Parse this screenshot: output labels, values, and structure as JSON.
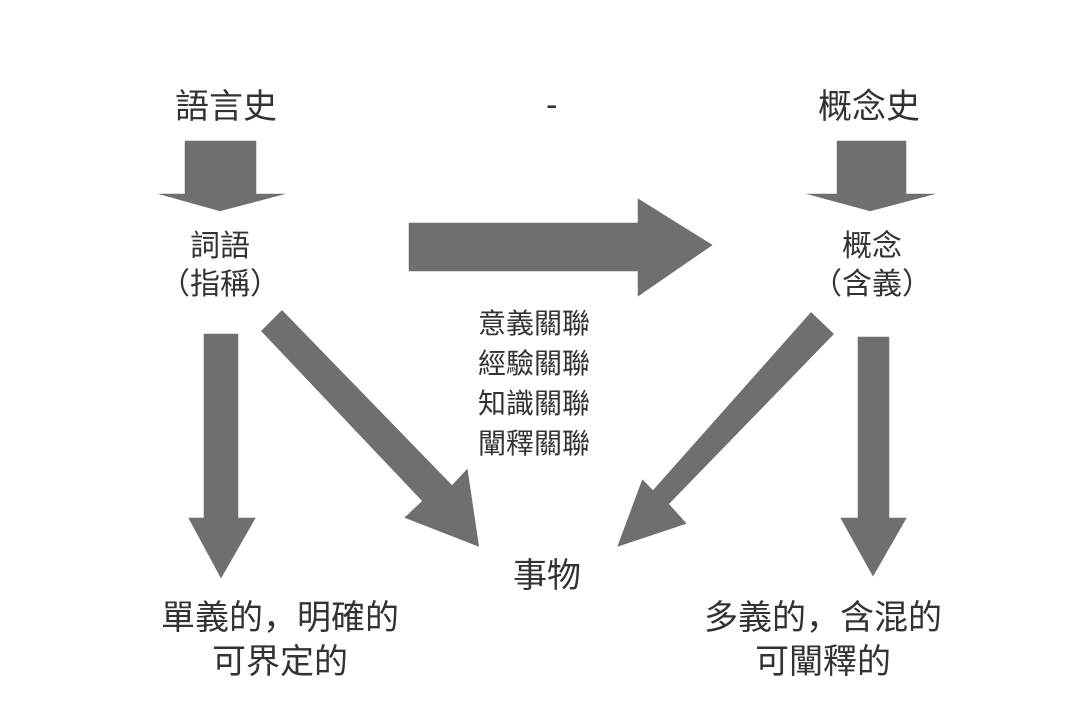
{
  "diagram": {
    "top_left_title": "語言史",
    "top_center_mark": "-",
    "top_right_title": "概念史",
    "left_node": {
      "line1": "詞語",
      "line2": "（指稱）"
    },
    "right_node": {
      "line1": "概念",
      "line2": "（含義）"
    },
    "relations": [
      "意義關聯",
      "經驗關聯",
      "知識關聯",
      "闡釋關聯"
    ],
    "center_bottom": "事物",
    "bottom_left": {
      "line1": "單義的，明確的",
      "line2": "可界定的"
    },
    "bottom_right": {
      "line1": "多義的，含混的",
      "line2": "可闡釋的"
    }
  },
  "colors": {
    "arrow_fill": "#6e6f71",
    "text": "#333333",
    "background": "#ffffff"
  }
}
